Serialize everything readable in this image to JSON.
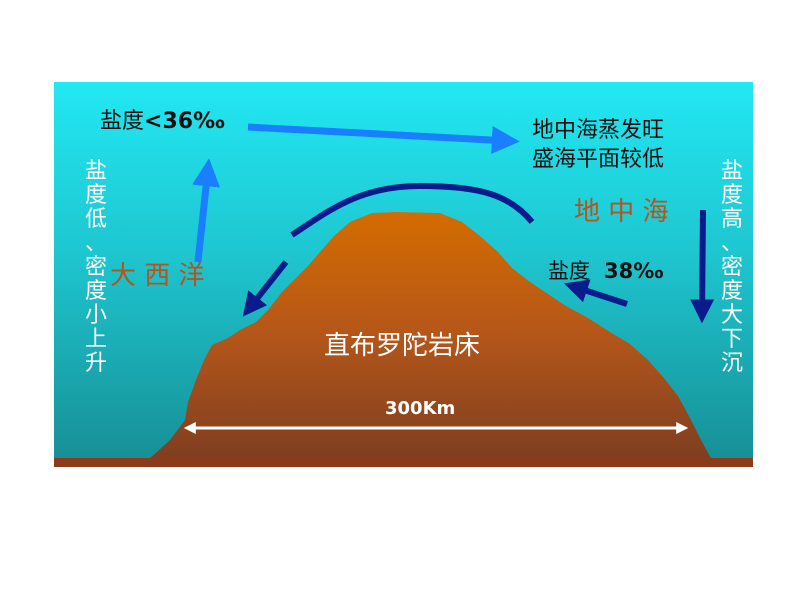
{
  "labels": {
    "salinity_atlantic_prefix": "盐度",
    "salinity_atlantic_value": "<36‰",
    "med_evaporation_line1": "地中海蒸发旺",
    "med_evaporation_line2": "盛海平面较低",
    "mediterranean": "地 中 海",
    "atlantic": "大 西 洋",
    "salinity_med_prefix": "盐度",
    "salinity_med_value": "38‰",
    "bedrock": "直布罗陀岩床",
    "distance": "300Km",
    "left_vertical": [
      "盐",
      "度",
      "低",
      "、",
      "密",
      "度",
      "小",
      "上",
      "升"
    ],
    "right_vertical": [
      "盐",
      "度",
      "高",
      "、",
      "密",
      "度",
      "大",
      "下",
      "沉"
    ]
  },
  "colors": {
    "water_top": "#1ee6f0",
    "water_bottom": "#1a9a9e",
    "rock_top": "#d16a00",
    "rock_bottom": "#8a4422",
    "seafloor": "#8b3a1a",
    "arrow_light": "#1a7fff",
    "arrow_dark": "#0a1c8c",
    "label_brown": "#b5541c"
  }
}
